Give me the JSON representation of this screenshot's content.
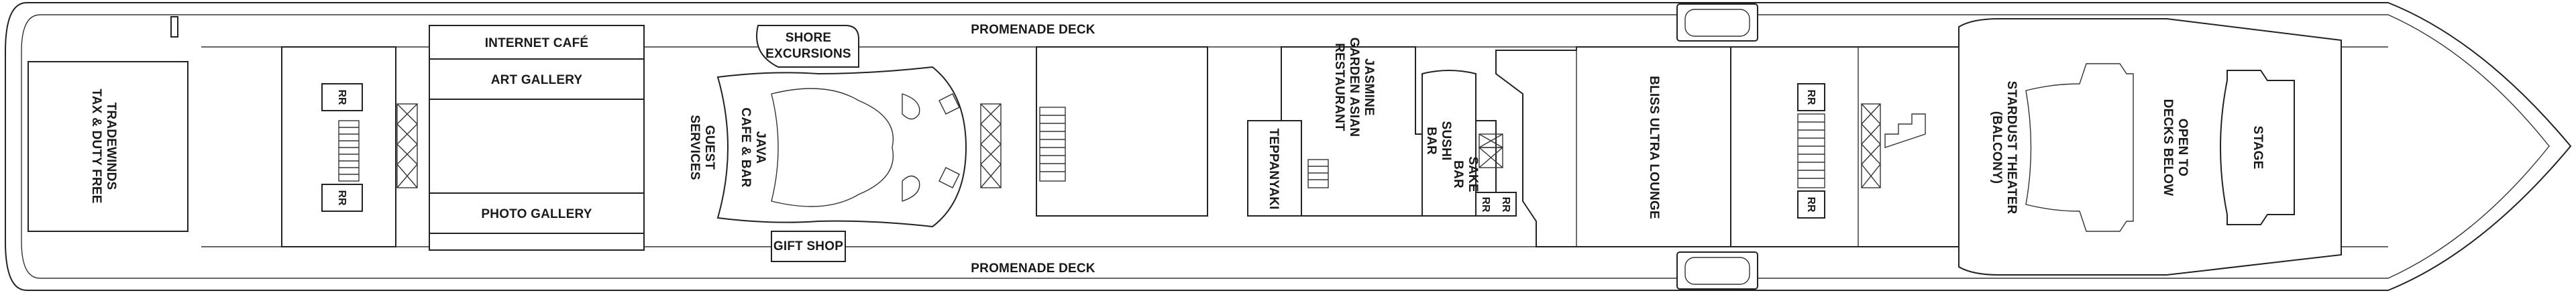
{
  "deck": {
    "labels": {
      "promenade_top": "PROMENADE DECK",
      "promenade_bottom": "PROMENADE DECK",
      "tradewinds_1": "TRADEWINDS",
      "tradewinds_2": "TAX & DUTY FREE",
      "internet_cafe": "INTERNET CAFÉ",
      "art_gallery": "ART GALLERY",
      "photo_gallery": "PHOTO GALLERY",
      "shore_1": "SHORE",
      "shore_2": "EXCURSIONS",
      "guest_1": "GUEST",
      "guest_2": "SERVICES",
      "java_1": "JAVA",
      "java_2": "CAFE & BAR",
      "gift_shop": "GIFT SHOP",
      "jasmine_1": "JASMINE",
      "jasmine_2": "GARDEN ASIAN",
      "jasmine_3": "RESTAURANT",
      "teppanyaki": "TEPPANYAKI",
      "sushi_1": "SUSHI",
      "sushi_2": "BAR",
      "sake_1": "SAKE",
      "sake_2": "BAR",
      "bliss": "BLISS ULTRA LOUNGE",
      "stardust_1": "STARDUST THEATER",
      "stardust_2": "(BALCONY)",
      "open_1": "OPEN TO",
      "open_2": "DECKS BELOW",
      "stage": "STAGE",
      "rr": "RR"
    }
  }
}
